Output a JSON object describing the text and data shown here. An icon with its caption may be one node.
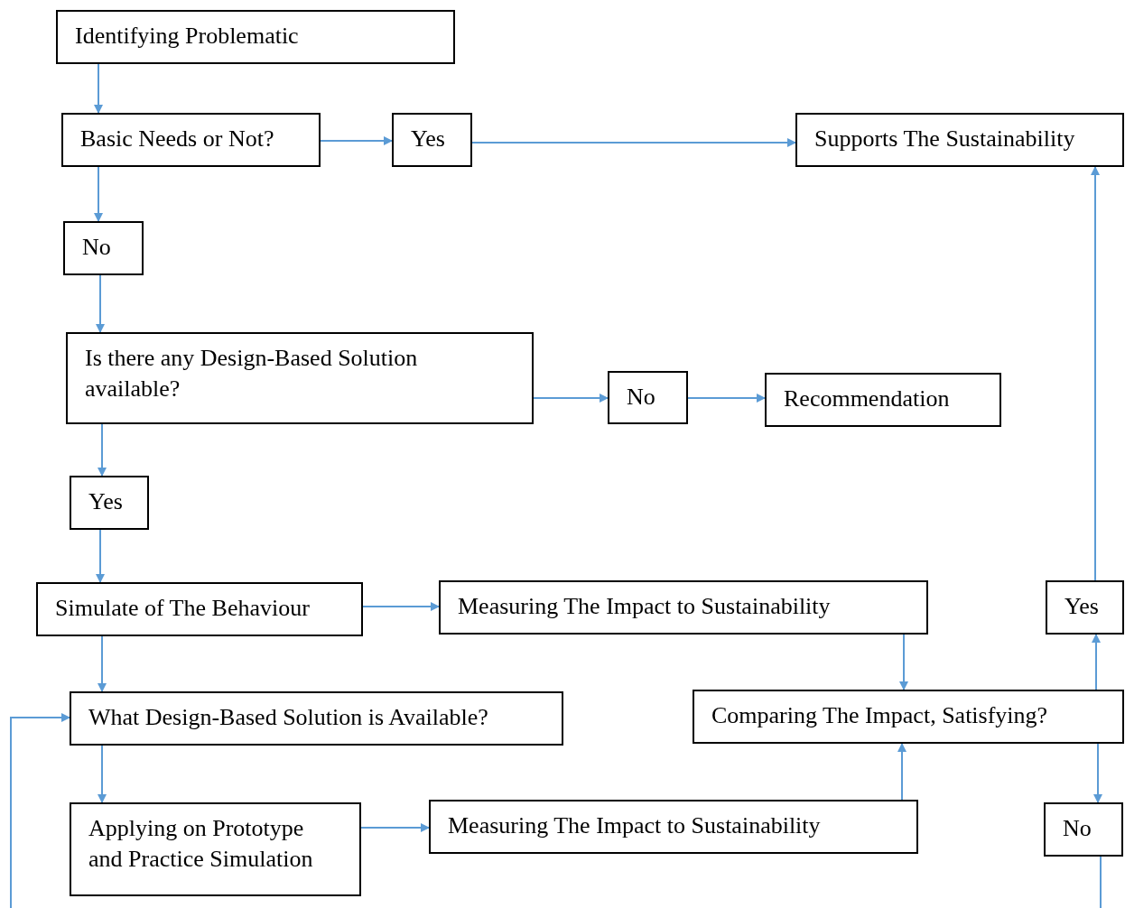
{
  "diagram": {
    "nodes": [
      {
        "text": [
          "Identifying Problematic"
        ]
      },
      {
        "text": [
          "Basic Needs or Not?"
        ]
      },
      {
        "text": [
          "Yes"
        ]
      },
      {
        "text": [
          "Supports The Sustainability"
        ]
      },
      {
        "text": [
          "No"
        ]
      },
      {
        "text": [
          "Is there any Design-Based Solution available?"
        ]
      },
      {
        "text": [
          "No"
        ]
      },
      {
        "text": [
          "Recommendation"
        ]
      },
      {
        "text": [
          "Yes"
        ]
      },
      {
        "text": [
          "Simulate of The Behaviour"
        ]
      },
      {
        "text": [
          "Measuring The Impact to Sustainability"
        ]
      },
      {
        "text": [
          "Yes"
        ]
      },
      {
        "text": [
          "What Design-Based Solution is Available?"
        ]
      },
      {
        "text": [
          "Comparing The Impact, Satisfying?"
        ]
      },
      {
        "text": [
          "Applying on Prototype and Practice Simulation"
        ]
      },
      {
        "text": [
          "Measuring The Impact to Sustainability"
        ]
      },
      {
        "text": [
          "No"
        ]
      }
    ],
    "edges": [
      {
        "from": 0,
        "to": 1,
        "arrow": "to"
      },
      {
        "from": 1,
        "to": 2,
        "arrow": "to"
      },
      {
        "from": 2,
        "to": 3,
        "arrow": "to"
      },
      {
        "from": 1,
        "to": 4,
        "arrow": "to"
      },
      {
        "from": 4,
        "to": 5,
        "arrow": "to"
      },
      {
        "from": 5,
        "to": 6,
        "arrow": "to"
      },
      {
        "from": 6,
        "to": 7,
        "arrow": "to"
      },
      {
        "from": 5,
        "to": 8,
        "arrow": "to"
      },
      {
        "from": 8,
        "to": 9,
        "arrow": "to"
      },
      {
        "from": 9,
        "to": 10,
        "arrow": "to"
      },
      {
        "from": 10,
        "to": 13,
        "arrow": "to"
      },
      {
        "from": 9,
        "to": 12,
        "arrow": "to"
      },
      {
        "from": 12,
        "to": 14,
        "arrow": "to"
      },
      {
        "from": 14,
        "to": 15,
        "arrow": "to"
      },
      {
        "from": 15,
        "to": 13,
        "arrow": "to"
      },
      {
        "from": 13,
        "to": 11,
        "arrow": "to"
      },
      {
        "from": 11,
        "to": 3,
        "arrow": "to"
      },
      {
        "from": 13,
        "to": 16,
        "arrow": "to"
      },
      {
        "from": 16,
        "to": null,
        "arrow": "none"
      },
      {
        "from": null,
        "to": 12,
        "arrow": "to"
      }
    ]
  }
}
